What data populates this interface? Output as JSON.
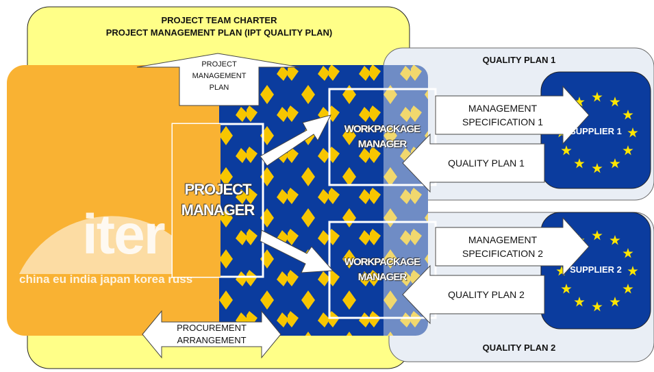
{
  "header": {
    "line1": "PROJECT TEAM CHARTER",
    "line2": "PROJECT MANAGEMENT PLAN (IPT QUALITY PLAN)"
  },
  "logo": {
    "word": "iter",
    "tagline": "china eu india japan korea russ"
  },
  "arrows": {
    "pmp_line1": "PROJECT",
    "pmp_line2": "MANAGEMENT",
    "pmp_line3": "PLAN",
    "proc_line1": "PROCUREMENT",
    "proc_line2": "ARRANGEMENT"
  },
  "project_manager": {
    "line1": "PROJECT",
    "line2": "MANAGER"
  },
  "group1": {
    "title": "QUALITY PLAN 1",
    "wp_line1": "WORKPACKAGE",
    "wp_line2": "MANAGER",
    "spec_line1": "MANAGEMENT",
    "spec_line2": "SPECIFICATION 1",
    "plan": "QUALITY PLAN 1",
    "supplier": "SUPPLIER 1"
  },
  "group2": {
    "title": "QUALITY PLAN 2",
    "wp_line1": "WORKPACKAGE",
    "wp_line2": "MANAGER",
    "spec_line1": "MANAGEMENT",
    "spec_line2": "SPECIFICATION 2",
    "plan": "QUALITY PLAN 2",
    "supplier": "SUPPLIER 2"
  },
  "colors": {
    "charter_fill": "#ffff88",
    "iter_orange": "#f9b233",
    "eu_blue": "#0b3c9e",
    "eu_gold": "#f7c600",
    "qp_fill": "#e9eef5",
    "white": "#ffffff"
  }
}
